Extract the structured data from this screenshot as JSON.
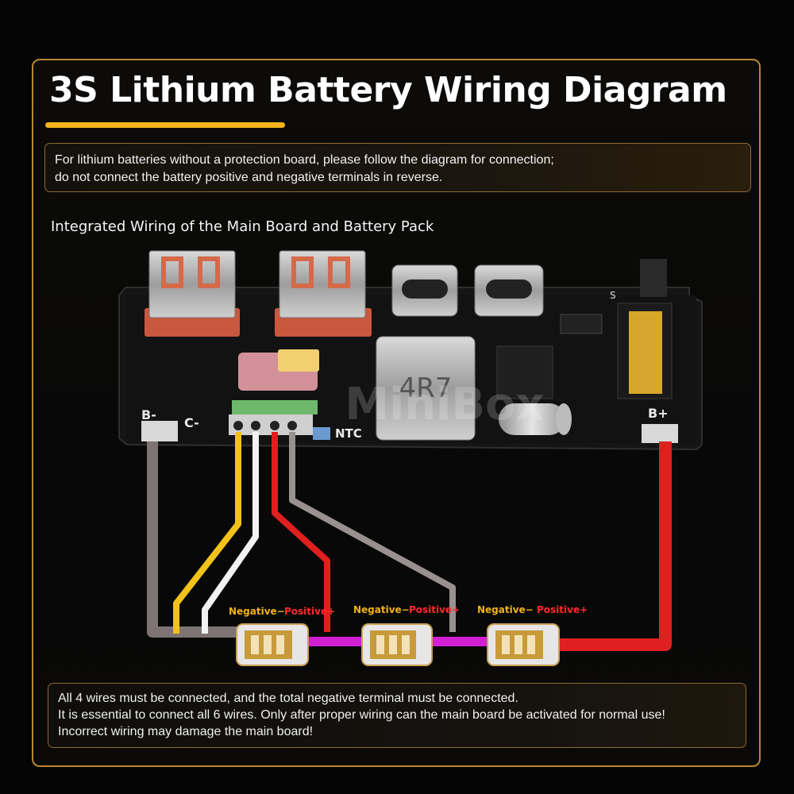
{
  "title": "3S Lithium Battery Wiring Diagram",
  "notice": {
    "line1": "For lithium batteries without a protection board, please follow the diagram for connection;",
    "line2": "do not connect the battery positive and negative terminals in reverse."
  },
  "section_title": "Integrated Wiring of the Main Board and Battery Pack",
  "board": {
    "b_minus": "B-",
    "c_minus": "C-",
    "ntc": "NTC",
    "b_plus": "B+",
    "inductor": "4R7",
    "switch_mark": "S",
    "watermark": "MiniBox"
  },
  "cells": [
    {
      "negative": "Negative−",
      "positive": "Positive+"
    },
    {
      "negative": "Negative−",
      "positive": "Positive+"
    },
    {
      "negative": "Negative−",
      "positive": "Positive+"
    }
  ],
  "warnings": {
    "line1": "All 4 wires must be connected, and the total negative terminal must be connected.",
    "line2": "It is essential to connect all 6 wires. Only after proper wiring can the main board be activated for normal use!",
    "line3": "Incorrect wiring may damage the main board!"
  },
  "colors": {
    "accent": "#f5b51a",
    "border": "#b8862f",
    "wire_gray": "#7d7473",
    "wire_yellow": "#f2c21a",
    "wire_white": "#f2f2f2",
    "wire_red": "#e01f1f",
    "wire_light_gray": "#9a9090",
    "wire_magenta": "#d21fd2",
    "negative_label": "#f2b21a",
    "positive_label": "#ff2a2a"
  }
}
